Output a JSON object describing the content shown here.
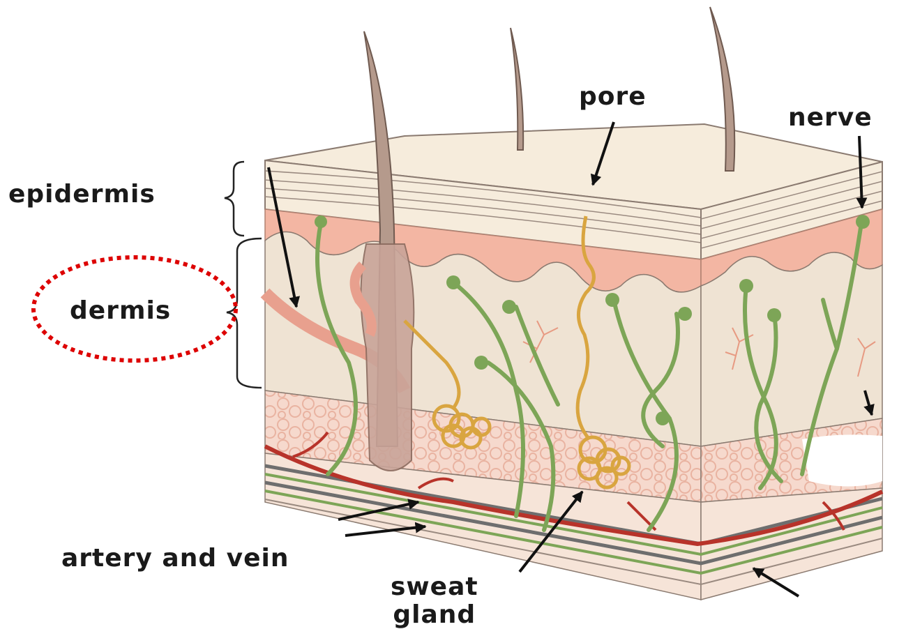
{
  "labels": {
    "epidermis": "epidermis",
    "dermis": "dermis",
    "pore": "pore",
    "nerve": "nerve",
    "artery_and_vein": "artery and vein",
    "sweat_gland_line1": "sweat",
    "sweat_gland_line2": "gland"
  },
  "colors": {
    "epidermis_top": "#f5ead8",
    "epidermis_pink": "#f4b8a6",
    "dermis": "#efe3d3",
    "fat": "#f3cfc2",
    "artery": "#b8332a",
    "vein": "#6e6e6e",
    "nerve": "#7da557",
    "sweat_gland": "#e6b84a",
    "hair": "#b59a8c",
    "highlight": "#dd0000"
  }
}
